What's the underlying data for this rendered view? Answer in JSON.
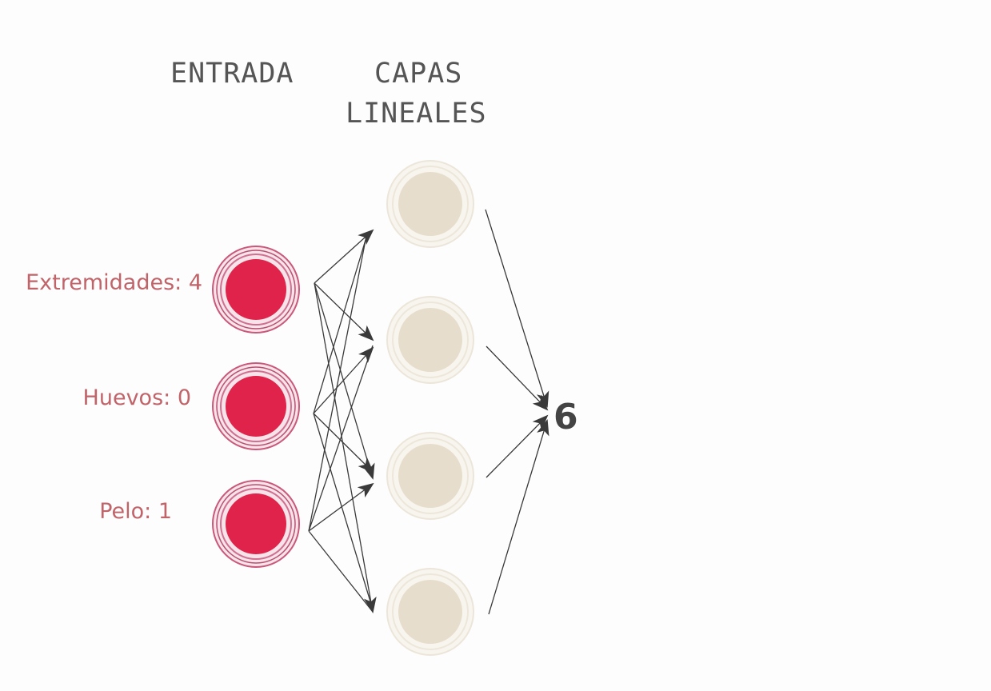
{
  "headers": {
    "input": "ENTRADA",
    "hidden_line1": "CAPAS",
    "hidden_line2": "LINEALES"
  },
  "inputs": [
    {
      "label": "Extremidades: 4",
      "name": "Extremidades",
      "value": 4
    },
    {
      "label": "Huevos: 0",
      "name": "Huevos",
      "value": 0
    },
    {
      "label": "Pelo: 1",
      "name": "Pelo",
      "value": 1
    }
  ],
  "hidden_layer": {
    "node_count": 4
  },
  "output": {
    "value": "6"
  },
  "colors": {
    "input_node": "#e0234a",
    "input_ring": "#c9587a",
    "hidden_node": "#e6ddcc",
    "hidden_ring": "#efeadf",
    "arrow": "#3a3a3a",
    "label_text": "#c0646a",
    "header_text": "#555555"
  }
}
